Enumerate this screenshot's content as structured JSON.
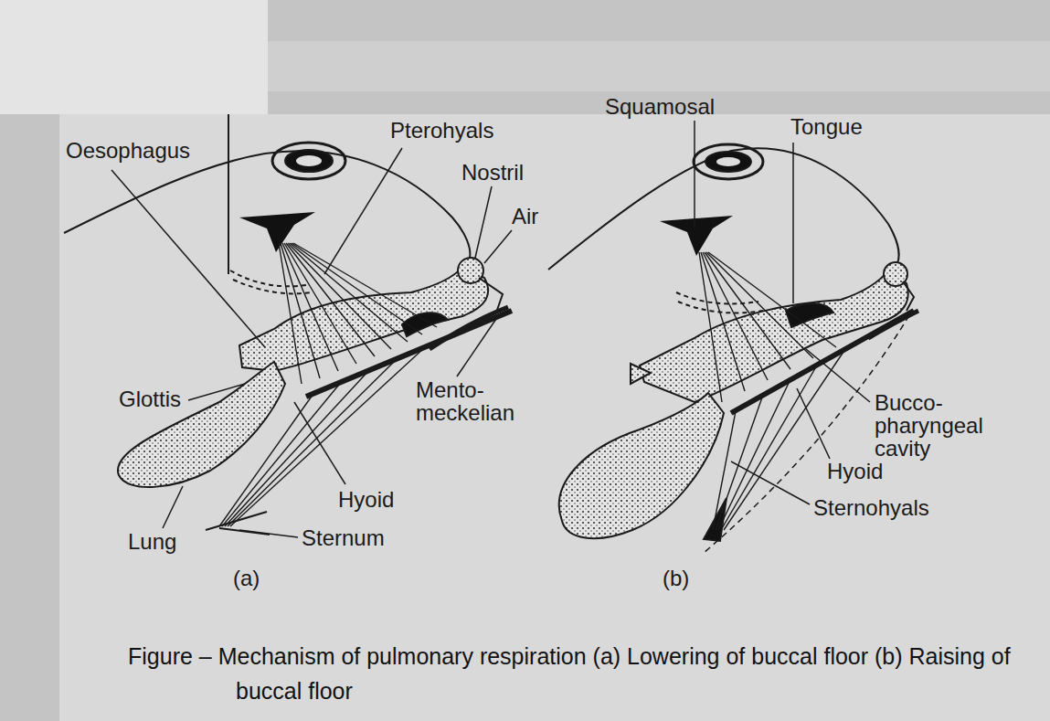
{
  "diagram": {
    "caption": "Figure – Mechanism of pulmonary respiration (a) Lowering of buccal floor (b) Raising of buccal floor",
    "labels": [
      "Oesophagus",
      "Pterohyals",
      "Nostril",
      "Air",
      "Glottis",
      "Mento-meckelian",
      "Hyoid",
      "Lung",
      "Sternum",
      "(a)",
      "Squamosal",
      "Tongue",
      "Bucco-pharyngeal cavity",
      "Hyoid",
      "Sternohyals",
      "(b)"
    ]
  }
}
